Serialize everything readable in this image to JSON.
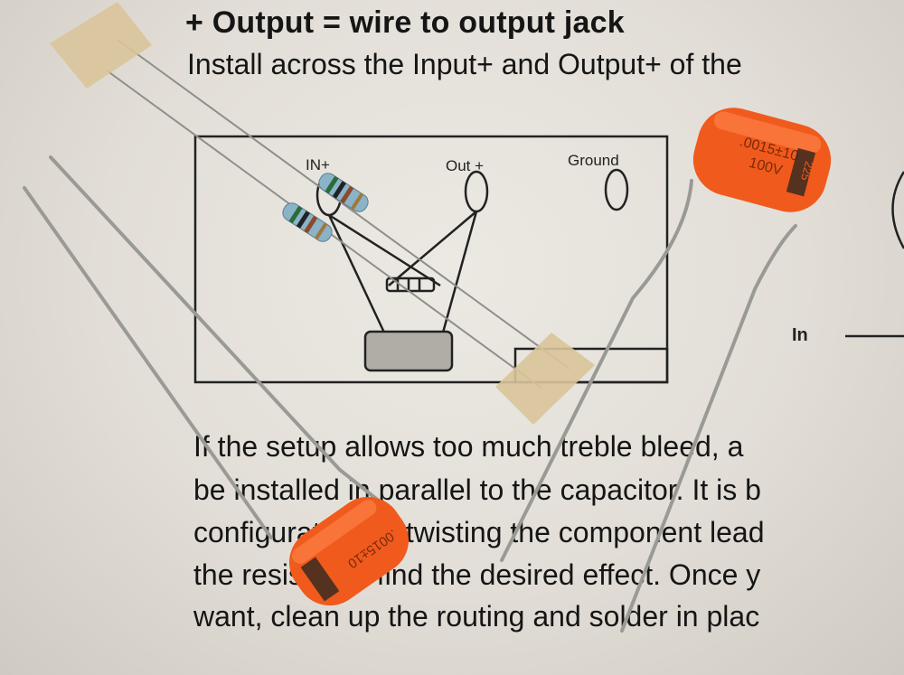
{
  "document": {
    "heading": "+ Output = wire to output jack",
    "line2": "Install across the Input+ and Output+ of the",
    "paragraph": [
      "If the setup allows too much treble bleed, a",
      "be installed in parallel to the capacitor. It is b",
      "configuration by twisting the component lead",
      "the resistor to find the desired effect. Once y",
      "want, clean up the routing and solder in plac"
    ]
  },
  "diagram": {
    "labels": {
      "input_plus": "IN+",
      "output_plus": "Out +",
      "ground": "Ground",
      "in": "In"
    }
  },
  "components": {
    "capacitor_marking_1": ".0015±10",
    "capacitor_marking_2": "100V",
    "capacitor_marking_3": "225",
    "capacitor_color": "#f05a1c",
    "tape_color": "#d9c49a"
  }
}
